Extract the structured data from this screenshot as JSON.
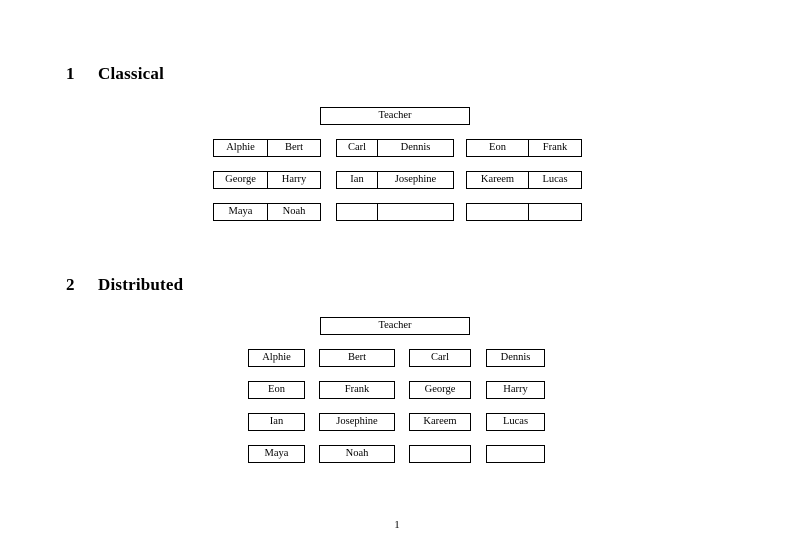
{
  "document": {
    "page_number": "1"
  },
  "sections": [
    {
      "number": "1",
      "title": "Classical",
      "teacher_label": "Teacher",
      "layout": "grouped-pairs",
      "groups": [
        {
          "rows": [
            [
              "Alphie",
              "Bert"
            ],
            [
              "George",
              "Harry"
            ],
            [
              "Maya",
              "Noah"
            ]
          ]
        },
        {
          "rows": [
            [
              "Carl",
              "Dennis"
            ],
            [
              "Ian",
              "Josephine"
            ],
            [
              "",
              ""
            ]
          ]
        },
        {
          "rows": [
            [
              "Eon",
              "Frank"
            ],
            [
              "Kareem",
              "Lucas"
            ],
            [
              "",
              ""
            ]
          ]
        }
      ]
    },
    {
      "number": "2",
      "title": "Distributed",
      "teacher_label": "Teacher",
      "layout": "separate-boxes",
      "rows": [
        [
          "Alphie",
          "Bert",
          "Carl",
          "Dennis"
        ],
        [
          "Eon",
          "Frank",
          "George",
          "Harry"
        ],
        [
          "Ian",
          "Josephine",
          "Kareem",
          "Lucas"
        ],
        [
          "Maya",
          "Noah",
          "",
          ""
        ]
      ]
    }
  ],
  "colors": {
    "page_background": "#ffffff",
    "text": "#000000",
    "box_border": "#000000",
    "box_fill": "#ffffff"
  }
}
